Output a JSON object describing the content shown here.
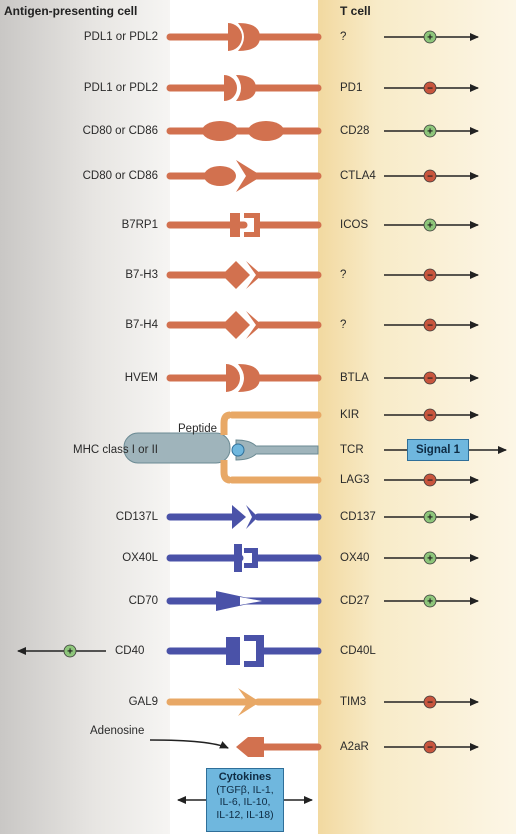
{
  "headers": {
    "apc": "Antigen-presenting cell",
    "tcell": "T cell"
  },
  "rows": [
    {
      "left": "PDL1 or PDL2",
      "right": "?",
      "sign": "plus"
    },
    {
      "left": "PDL1 or PDL2",
      "right": "PD1",
      "sign": "minus"
    },
    {
      "left": "CD80 or CD86",
      "right": "CD28",
      "sign": "plus"
    },
    {
      "left": "CD80 or CD86",
      "right": "CTLA4",
      "sign": "minus"
    },
    {
      "left": "B7RP1",
      "right": "ICOS",
      "sign": "plus"
    },
    {
      "left": "B7-H3",
      "right": "?",
      "sign": "minus"
    },
    {
      "left": "B7-H4",
      "right": "?",
      "sign": "minus"
    },
    {
      "left": "HVEM",
      "right": "BTLA",
      "sign": "minus"
    },
    {
      "left": "",
      "right": "KIR",
      "sign": "minus"
    },
    {
      "left": "MHC class I or II",
      "right": "TCR",
      "sign": "signal"
    },
    {
      "left": "",
      "right": "LAG3",
      "sign": "minus"
    },
    {
      "left": "CD137L",
      "right": "CD137",
      "sign": "plus"
    },
    {
      "left": "OX40L",
      "right": "OX40",
      "sign": "plus"
    },
    {
      "left": "CD70",
      "right": "CD27",
      "sign": "plus"
    },
    {
      "left": "CD40",
      "right": "CD40L",
      "sign": "plus-left"
    },
    {
      "left": "GAL9",
      "right": "TIM3",
      "sign": "minus"
    },
    {
      "left": "",
      "right": "A2aR",
      "sign": "minus"
    }
  ],
  "annotations": {
    "peptide": "Peptide",
    "adenosine": "Adenosine",
    "signal1": "Signal 1"
  },
  "cytokines": {
    "title": "Cytokines",
    "lines": [
      "(TGFβ, IL-1,",
      "IL-6, IL-10,",
      "IL-12, IL-18)"
    ]
  },
  "signs": {
    "plus": "+",
    "minus": "−"
  },
  "colors": {
    "inhibitory_ligand": "#d2714f",
    "stimulatory_ligand": "#4a52a8",
    "gal9": "#e8a866",
    "plus_fill": "#8dc57a",
    "minus_fill": "#c8553d",
    "signal": "#6fb7de",
    "mhc": "#9fb4bb"
  }
}
